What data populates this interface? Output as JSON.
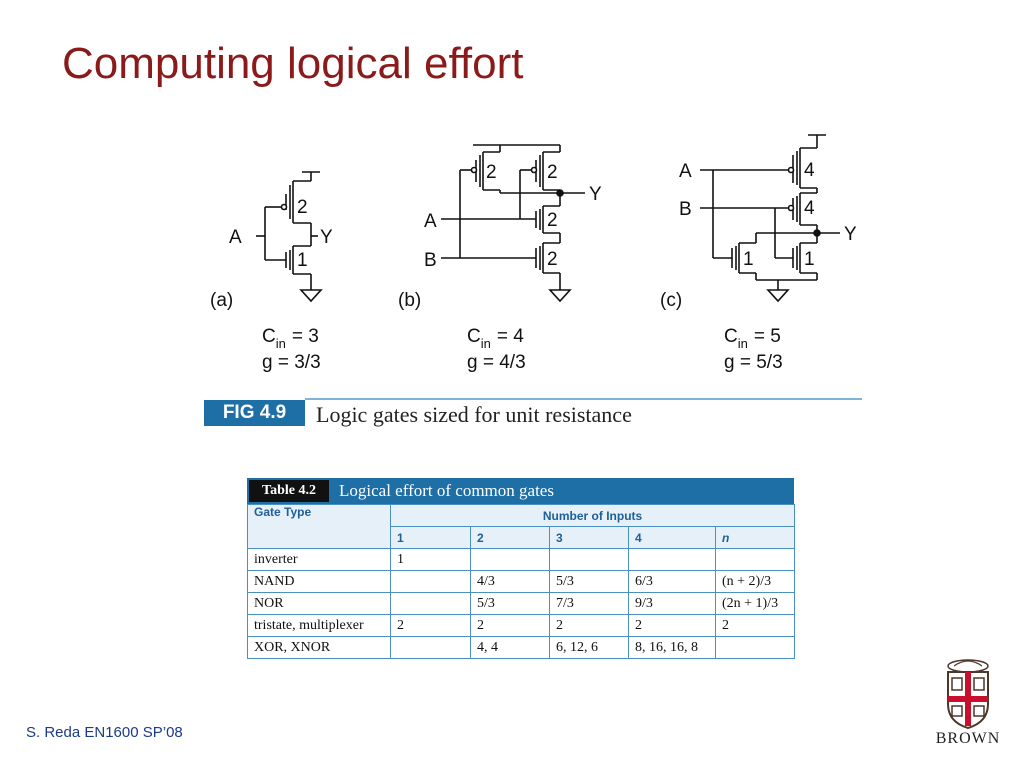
{
  "slide": {
    "title": "Computing logical effort",
    "footer": "S. Reda EN1600 SP’08"
  },
  "figure": {
    "tag": "FIG 4.9",
    "caption": "Logic gates sized for unit resistance",
    "panels": [
      {
        "label": "(a)",
        "cin_base": "C",
        "cin_sub": "in",
        "cin_value": "= 3",
        "g": "g = 3/3",
        "inputs": [
          "A"
        ],
        "output": "Y",
        "sizes": [
          "2",
          "1"
        ]
      },
      {
        "label": "(b)",
        "cin_base": "C",
        "cin_sub": "in",
        "cin_value": "= 4",
        "g": "g = 4/3",
        "inputs": [
          "A",
          "B"
        ],
        "output": "Y",
        "sizes": [
          "2",
          "2",
          "2",
          "2"
        ]
      },
      {
        "label": "(c)",
        "cin_base": "C",
        "cin_sub": "in",
        "cin_value": "= 5",
        "g": "g = 5/3",
        "inputs": [
          "A",
          "B"
        ],
        "output": "Y",
        "sizes": [
          "4",
          "4",
          "1",
          "1"
        ]
      }
    ]
  },
  "table": {
    "tag": "Table 4.2",
    "title": "Logical effort of common gates",
    "gate_type_header": "Gate Type",
    "inputs_header": "Number of Inputs",
    "columns": [
      "1",
      "2",
      "3",
      "4",
      "n"
    ],
    "rows": [
      {
        "gate": "inverter",
        "v1": "1",
        "v2": "",
        "v3": "",
        "v4": "",
        "vn": ""
      },
      {
        "gate": "NAND",
        "v1": "",
        "v2": "4/3",
        "v3": "5/3",
        "v4": "6/3",
        "vn": "(n + 2)/3"
      },
      {
        "gate": "NOR",
        "v1": "",
        "v2": "5/3",
        "v3": "7/3",
        "v4": "9/3",
        "vn": "(2n + 1)/3"
      },
      {
        "gate": "tristate, multiplexer",
        "v1": "2",
        "v2": "2",
        "v3": "2",
        "v4": "2",
        "vn": "2"
      },
      {
        "gate": "XOR, XNOR",
        "v1": "",
        "v2": "4, 4",
        "v3": "6, 12, 6",
        "v4": "8, 16, 16, 8",
        "vn": ""
      }
    ]
  },
  "logo": {
    "word": "BROWN",
    "colors": {
      "shield_red": "#c8102e",
      "shield_dark": "#4e3629"
    }
  }
}
